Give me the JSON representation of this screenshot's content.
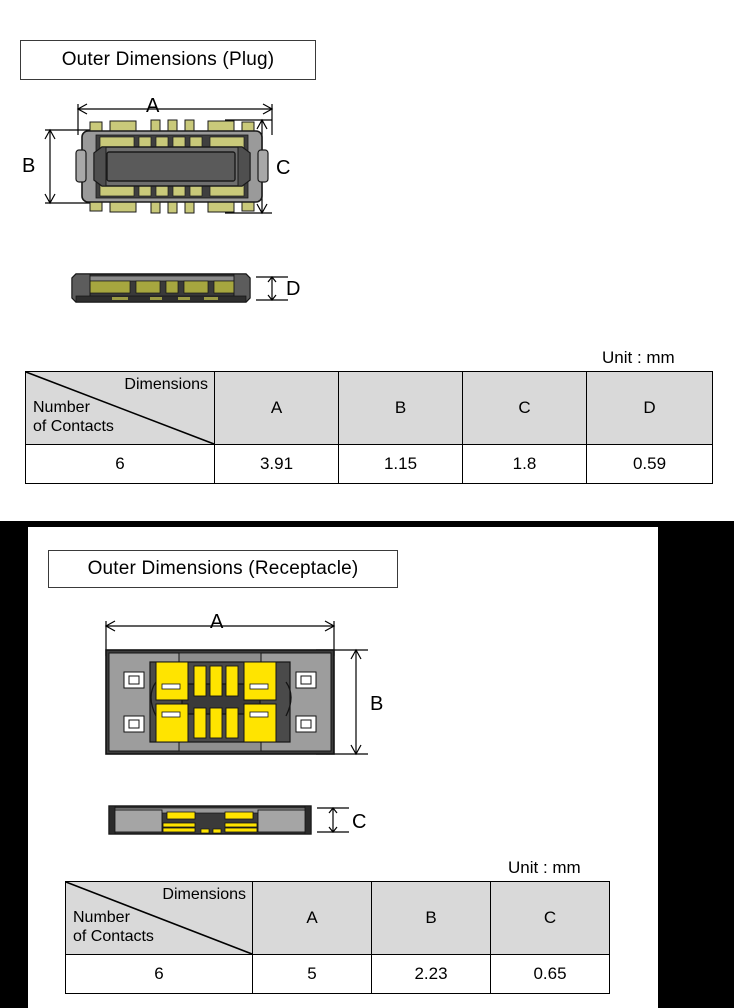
{
  "document": {
    "unit_note": "Unit : mm"
  },
  "plug_section": {
    "title": "Outer Dimensions (Plug)",
    "dimension_labels": {
      "a": "A",
      "b": "B",
      "c": "C",
      "d": "D"
    },
    "unit_note": "Unit : mm",
    "table": {
      "corner_dimensions_label": "Dimensions",
      "corner_number_label": "Number",
      "corner_contacts_label": "of Contacts",
      "columns": [
        "A",
        "B",
        "C",
        "D"
      ],
      "rows": [
        {
          "contacts": "6",
          "values": [
            "3.91",
            "1.15",
            "1.8",
            "0.59"
          ]
        }
      ]
    }
  },
  "receptacle_section": {
    "title": "Outer Dimensions (Receptacle)",
    "dimension_labels": {
      "a": "A",
      "b": "B",
      "c": "C"
    },
    "unit_note": "Unit : mm",
    "table": {
      "corner_dimensions_label": "Dimensions",
      "corner_number_label": "Number",
      "corner_contacts_label": "of Contacts",
      "columns": [
        "A",
        "B",
        "C"
      ],
      "rows": [
        {
          "contacts": "6",
          "values": [
            "5",
            "2.23",
            "0.65"
          ]
        }
      ]
    }
  },
  "colors": {
    "contact_plug": "#c9c97a",
    "contact_receptacle": "#ffe400",
    "body_dark": "#4a4a4a",
    "body_mid": "#8c8c8c",
    "body_light": "#b5b5b5",
    "outline": "#1a1a1a",
    "table_header_bg": "#d9d9d9",
    "backdrop": "#000000"
  }
}
